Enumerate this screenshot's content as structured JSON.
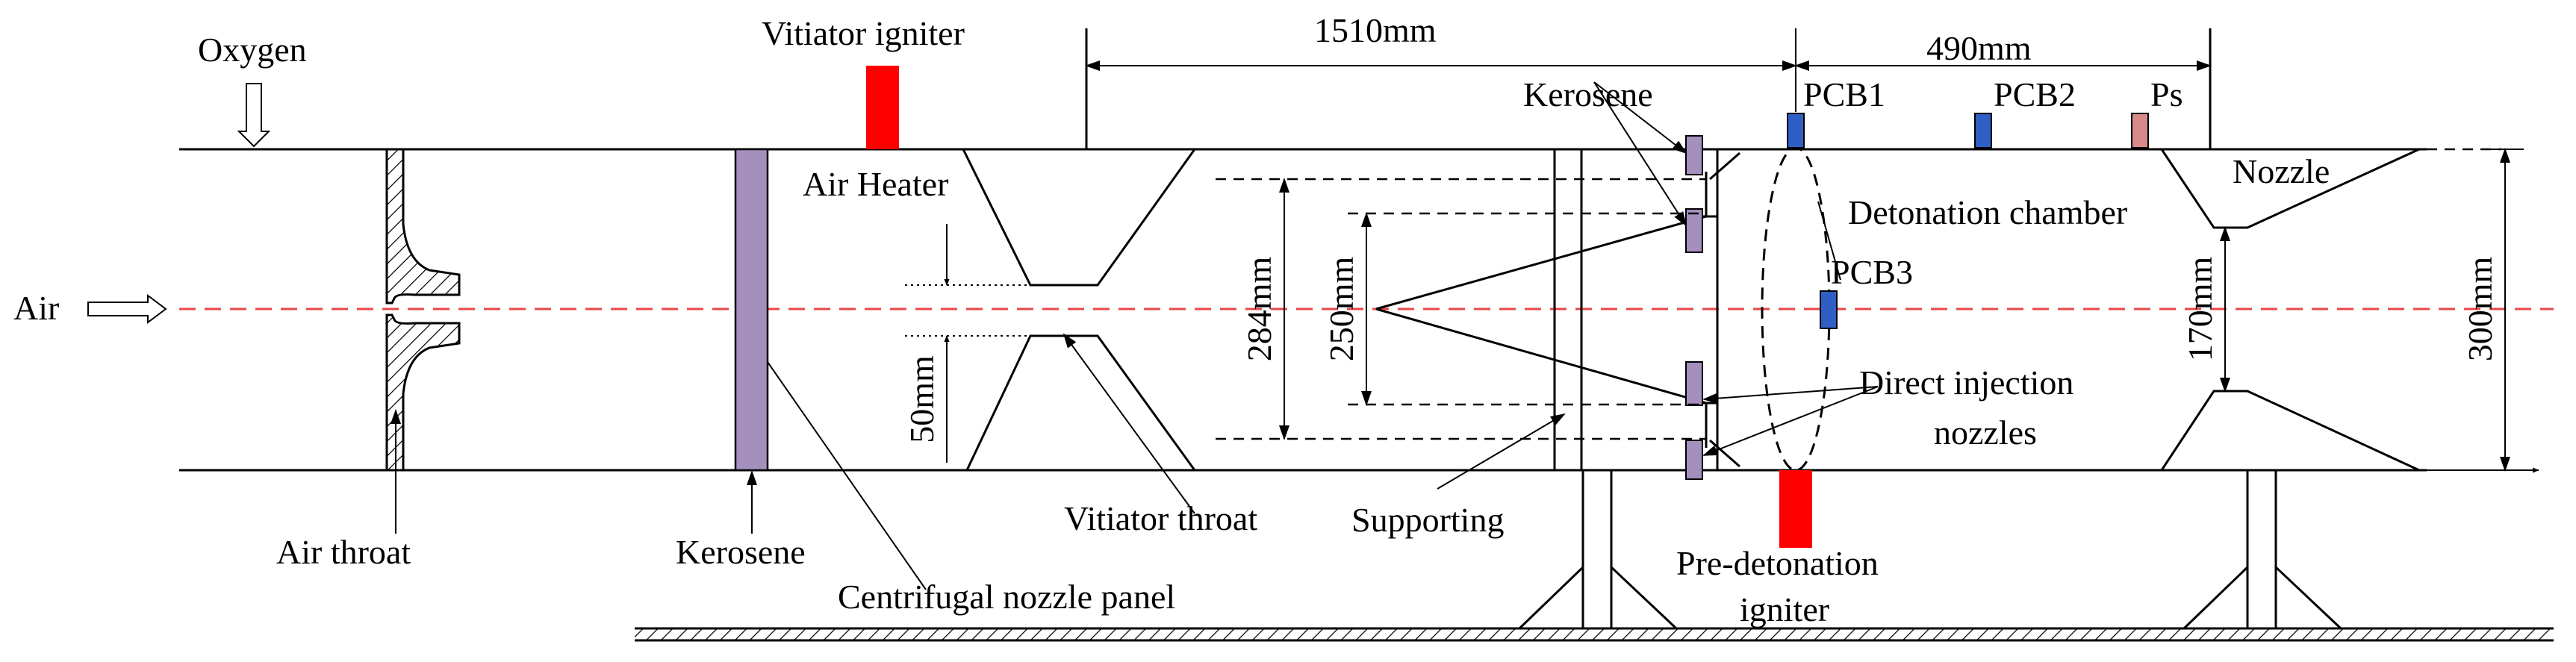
{
  "labels": {
    "oxygen": "Oxygen",
    "vitiator_igniter": "Vitiator igniter",
    "dim_1510": "1510mm",
    "dim_490": "490mm",
    "kerosene_top": "Kerosene",
    "pcb1": "PCB1",
    "pcb2": "PCB2",
    "ps": "Ps",
    "air_heater": "Air Heater",
    "nozzle": "Nozzle",
    "detonation_chamber": "Detonation chamber",
    "air": "Air",
    "pcb3": "PCB3",
    "dim_284": "284mm",
    "dim_250": "250mm",
    "dim_170": "170mm",
    "dim_300": "300mm",
    "dim_50": "50mm",
    "direct_injection_1": "Direct injection",
    "direct_injection_2": "nozzles",
    "air_throat": "Air throat",
    "kerosene_bottom": "Kerosene",
    "vitiator_throat": "Vitiator throat",
    "supporting": "Supporting",
    "centrifugal_panel": "Centrifugal nozzle panel",
    "predet_1": "Pre-detonation",
    "predet_2": "igniter"
  },
  "colors": {
    "igniter": "#ff0000",
    "kerosene_panel": "#a58fbd",
    "pcb_sensor": "#2f5fc4",
    "ps_sensor": "#d88a8a",
    "centerline": "#e8474a"
  }
}
